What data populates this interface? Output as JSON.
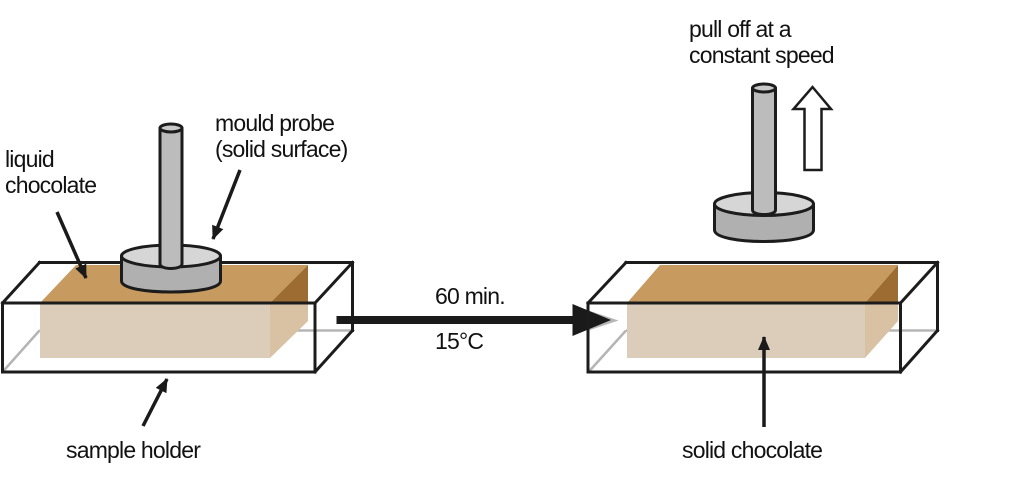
{
  "labels": {
    "liquid_chocolate": {
      "line1": "liquid",
      "line2": "chocolate"
    },
    "mould_probe": {
      "line1": "mould probe",
      "line2": "(solid surface)"
    },
    "pull_off": {
      "line1": "pull off at a",
      "line2": "constant speed"
    },
    "transition": {
      "duration": "60 min.",
      "temperature": "15°C"
    },
    "sample_holder": "sample holder",
    "solid_chocolate": "solid chocolate"
  },
  "colors": {
    "background": "#ffffff",
    "outline": "#1c1c1c",
    "hidden_edge": "#b5b5b5",
    "chocolate_top": "#c79a5f",
    "chocolate_front": "#dccdbb",
    "chocolate_side": "#d8c2a3",
    "chocolate_shadow": "#9c6c33",
    "chocolate_edge_line": "#4a3a26",
    "probe_rod": "#bcbcbc",
    "probe_rod_top": "#c9c9c9",
    "probe_disk_top": "#d6d6d6",
    "probe_disk_side": "#b0b0b0",
    "arrow_black": "#1a1a1a",
    "arrow_gray_tip": "#b5b5b5",
    "pull_arrow_fill": "#ffffff"
  }
}
